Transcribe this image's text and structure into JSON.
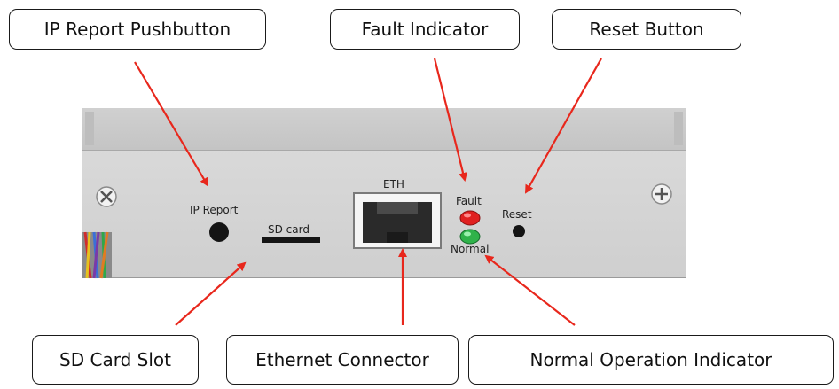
{
  "callouts": {
    "ip_report_pushbutton": "IP Report Pushbutton",
    "fault_indicator": "Fault Indicator",
    "reset_button": "Reset Button",
    "sd_card_slot": "SD Card Slot",
    "ethernet_connector": "Ethernet Connector",
    "normal_operation_indicator": "Normal Operation Indicator"
  },
  "panel_labels": {
    "ip_report": "IP Report",
    "sd_card": "SD card",
    "eth": "ETH",
    "fault": "Fault",
    "normal": "Normal",
    "reset": "Reset"
  },
  "colors": {
    "arrow": "#e8271c",
    "fault_led": "#e02020",
    "normal_led": "#2fb24a"
  }
}
